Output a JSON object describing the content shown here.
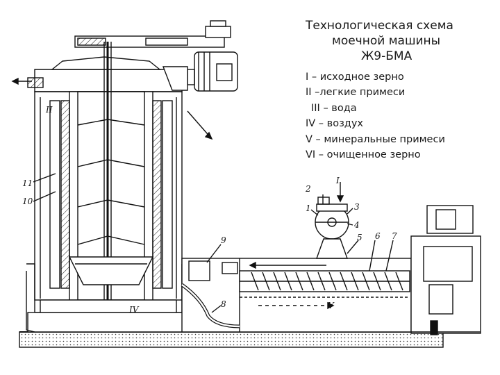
{
  "title": {
    "line1": "Технологическая схема",
    "line2": "моечной машины",
    "line3": "Ж9-БМА"
  },
  "legend": [
    "I – исходное зерно",
    "II –легкие примеси",
    "III – вода",
    "IV – воздух",
    "V – минеральные примеси",
    "VI – очищенное зерно"
  ],
  "labels": {
    "n1": "1",
    "n2": "2",
    "n3": "3",
    "n4": "4",
    "n5": "5",
    "n6": "6",
    "n7": "7",
    "n8": "8",
    "n9": "9",
    "n10": "10",
    "n11": "11",
    "r1": "I",
    "r2": "II",
    "r4": "IV",
    "r5": "V"
  }
}
